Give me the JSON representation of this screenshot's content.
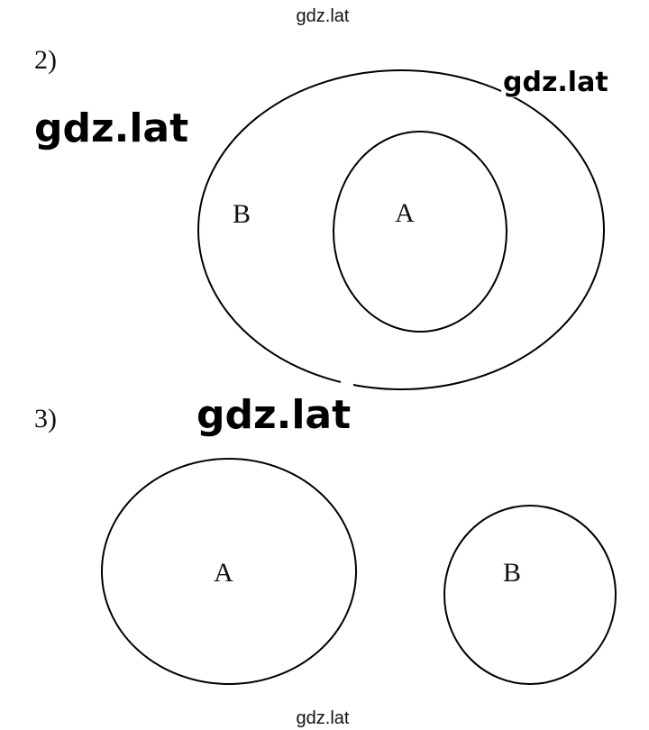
{
  "watermarks": {
    "top": "gdz.lat",
    "right": "gdz.lat",
    "left_big": "gdz.lat",
    "center_big": "gdz.lat",
    "bottom": "gdz.lat"
  },
  "diagram2": {
    "number": "2)",
    "outer_label": "B",
    "inner_label": "A"
  },
  "diagram3": {
    "number": "3)",
    "left_label": "A",
    "right_label": "B"
  },
  "colors": {
    "stroke": "#000000",
    "background": "#ffffff"
  }
}
